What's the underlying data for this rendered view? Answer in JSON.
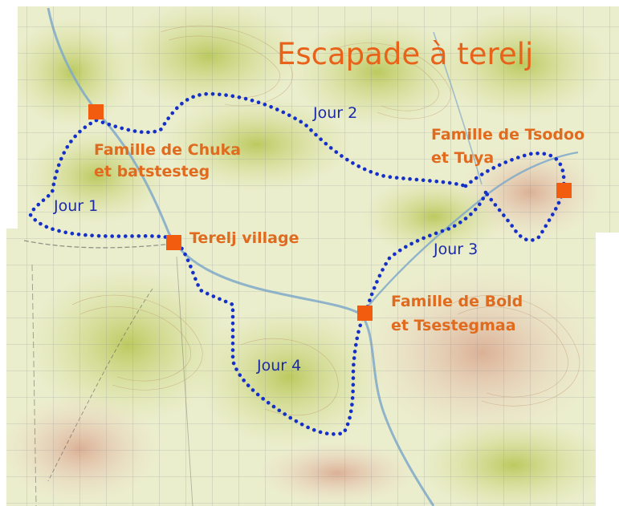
{
  "map": {
    "title": "Escapade à terelj",
    "labels": {
      "chuka_1": "Famille de Chuka",
      "chuka_2": "et batstesteg",
      "tsodoo_1": "Famille de Tsodoo",
      "tsodoo_2": "et Tuya",
      "terelj": "Terelj village",
      "bold_1": "Famille de Bold",
      "bold_2": "et Tsestegmaa"
    },
    "days": {
      "jour1": "Jour 1",
      "jour2": "Jour 2",
      "jour3": "Jour 3",
      "jour4": "Jour 4"
    },
    "colors": {
      "title": "#e8621a",
      "place_label": "#e06a1e",
      "day_label": "#1a2aa8",
      "route": "#1530c8",
      "marker": "#f25c0f",
      "terrain_low": "#e9eccb",
      "terrain_high": "#c9d77a",
      "terrain_pink": "#efd8cf",
      "river": "#7fa9c9",
      "grid": "#8a8f9a"
    }
  }
}
